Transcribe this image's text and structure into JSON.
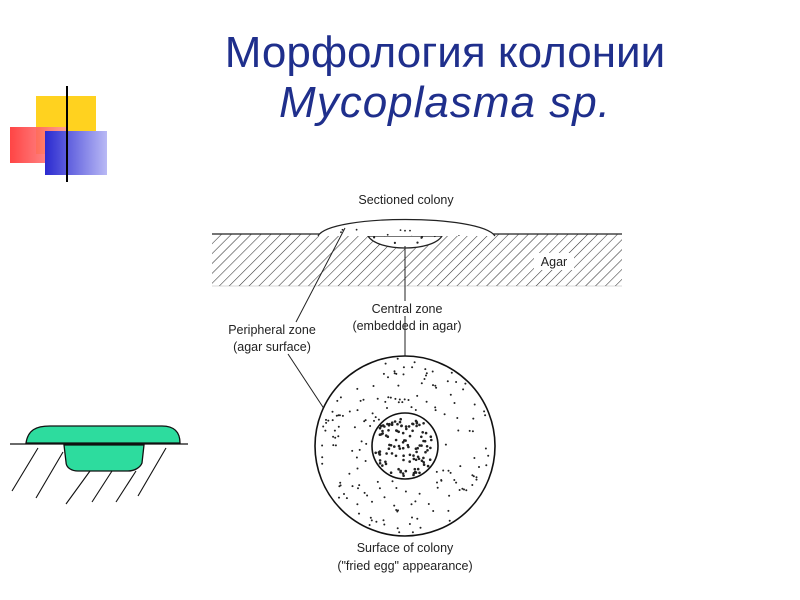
{
  "slide": {
    "title_line1": "Морфология колонии",
    "title_line2": "Mycoplasma sp."
  },
  "diagram": {
    "label_sectioned_colony": "Sectioned colony",
    "label_agar": "Agar",
    "label_central_zone_1": "Central zone",
    "label_central_zone_2": "(embedded in agar)",
    "label_peripheral_zone_1": "Peripheral zone",
    "label_peripheral_zone_2": "(agar surface)",
    "label_surface_1": "Surface of colony",
    "label_surface_2": "(\"fried egg\" appearance)"
  },
  "colors": {
    "title": "#1f2f8c",
    "accent_yellow": "#ffd21f",
    "accent_red": "#ff4a4a",
    "accent_blue": "#3333cc",
    "colony_green": "#2ddc9e"
  }
}
